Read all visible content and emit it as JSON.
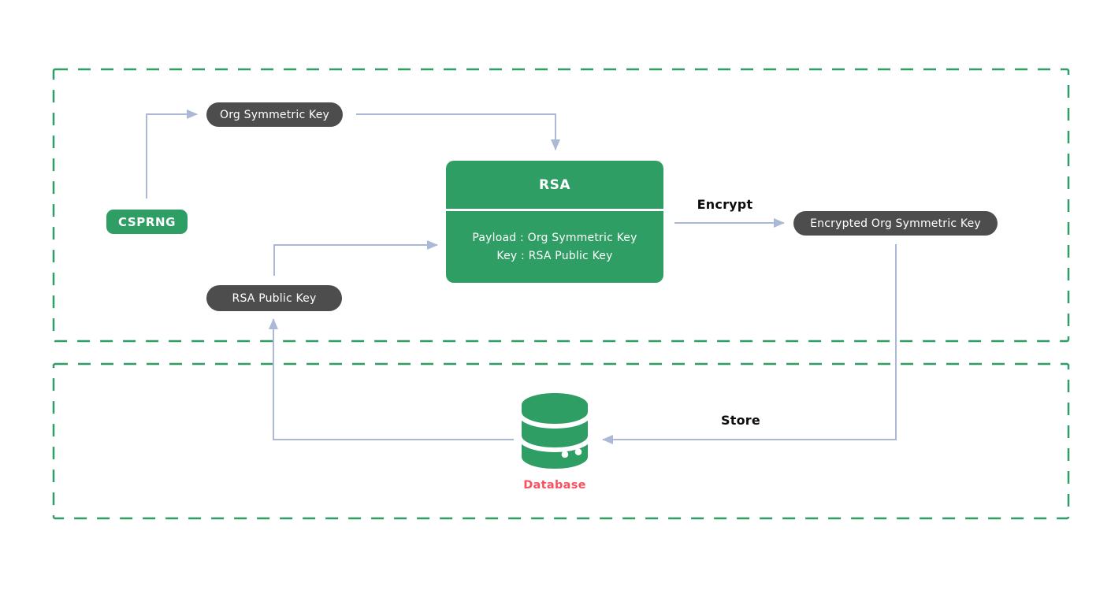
{
  "diagram": {
    "nodes": {
      "csprng": "CSPRNG",
      "org_symmetric_key": "Org Symmetric Key",
      "rsa": {
        "title": "RSA",
        "payload_line": "Payload : Org Symmetric Key",
        "key_line": "Key : RSA Public Key"
      },
      "rsa_public_key": "RSA Public Key",
      "encrypted_org_symmetric_key": "Encrypted Org Symmetric Key",
      "database": "Database"
    },
    "edge_labels": {
      "encrypt": "Encrypt",
      "store": "Store"
    },
    "edges": [
      {
        "from": "CSPRNG",
        "to": "Org Symmetric Key",
        "label": ""
      },
      {
        "from": "Org Symmetric Key",
        "to": "RSA",
        "label": ""
      },
      {
        "from": "RSA Public Key",
        "to": "RSA",
        "label": ""
      },
      {
        "from": "RSA",
        "to": "Encrypted Org Symmetric Key",
        "label": "Encrypt"
      },
      {
        "from": "Encrypted Org Symmetric Key",
        "to": "Database",
        "label": "Store"
      },
      {
        "from": "Database",
        "to": "RSA Public Key",
        "label": ""
      }
    ],
    "colors": {
      "green": "#2f9e64",
      "dark_pill": "#4d4d4d",
      "arrow": "#abb8d6",
      "dashed_border": "#2f9e64",
      "database_label": "#fa5061",
      "edge_label_text": "#0d0d0d",
      "node_text": "#ffffff",
      "background": "#ffffff"
    }
  }
}
